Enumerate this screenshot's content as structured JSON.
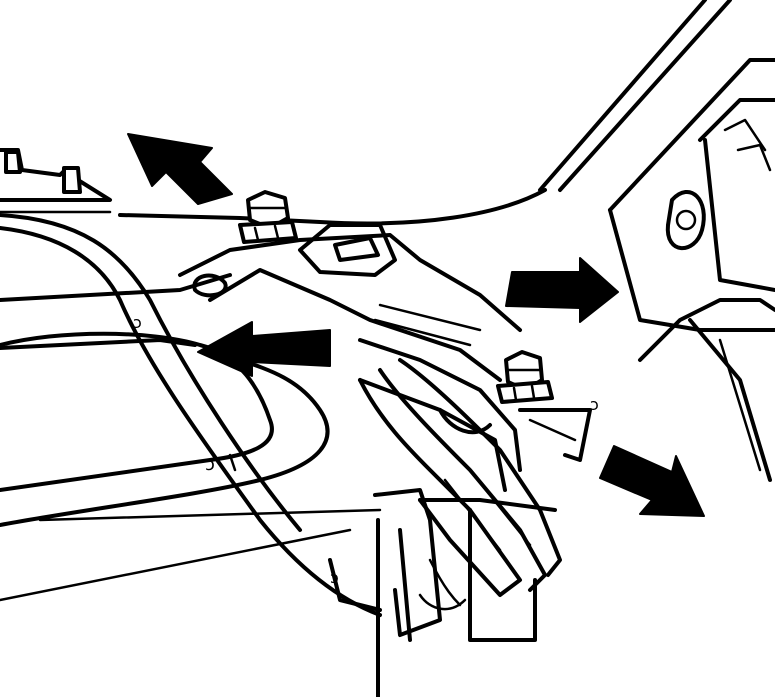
{
  "figure": {
    "ink_color": "#000000",
    "paper_color": "#ffffff",
    "arrows": [
      {
        "icon": "arrow-up-left-icon",
        "direction": "up-left"
      },
      {
        "icon": "arrow-left-icon",
        "direction": "left"
      },
      {
        "icon": "arrow-right-icon",
        "direction": "right"
      },
      {
        "icon": "arrow-down-right-icon",
        "direction": "down-right"
      }
    ],
    "fasteners": [
      "bolt-upper-left",
      "bolt-lower-right"
    ]
  }
}
